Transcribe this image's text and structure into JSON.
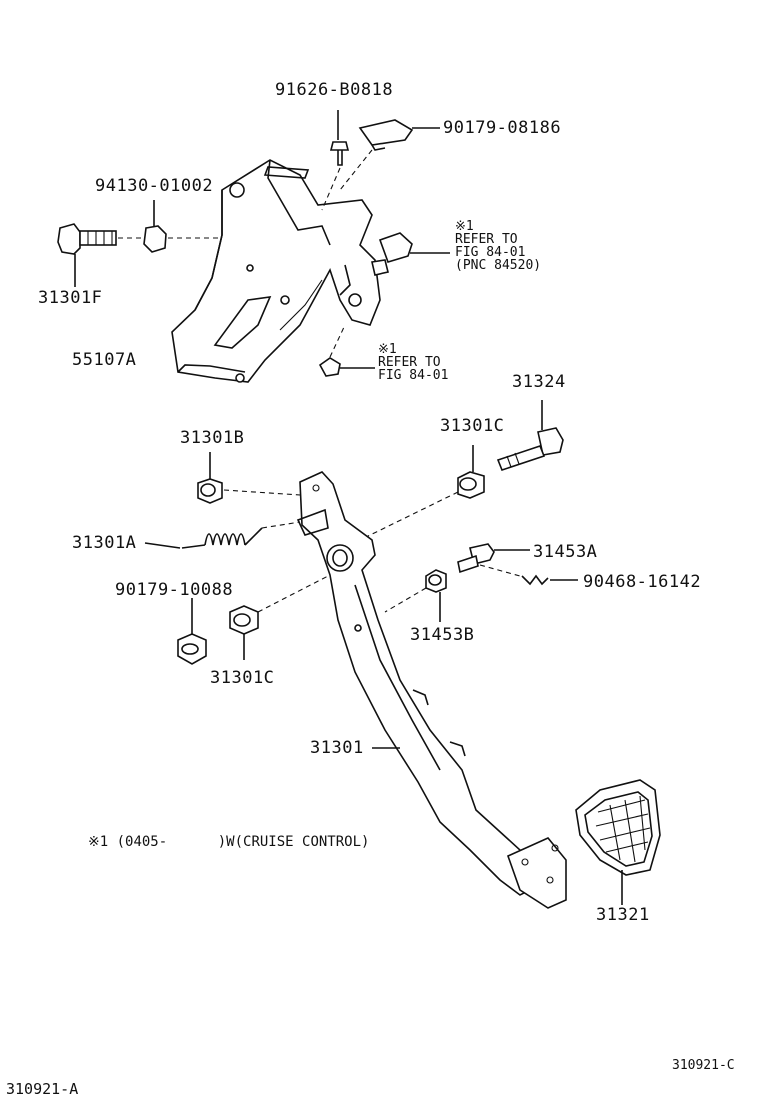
{
  "parts": {
    "p91626": "91626-B0818",
    "p90179_08186": "90179-08186",
    "p94130": "94130-01002",
    "p31301F": "31301F",
    "p55107A": "55107A",
    "p31324": "31324",
    "p31301C_top": "31301C",
    "p31301B": "31301B",
    "p31301A": "31301A",
    "p31453A": "31453A",
    "p90468": "90468-16142",
    "p90179_10088": "90179-10088",
    "p31453B": "31453B",
    "p31301C_bottom": "31301C",
    "p31301": "31301",
    "p31321": "31321"
  },
  "notes": {
    "refer1": [
      "※1",
      "REFER TO",
      "FIG 84-01",
      "(PNC 84520)"
    ],
    "refer2": [
      "※1",
      "REFER TO",
      "FIG 84-01"
    ],
    "footnote": "※1 (0405-      )W(CRUISE CONTROL)"
  },
  "codes": {
    "bottom_left": "310921-A",
    "bottom_right": "310921-C"
  }
}
